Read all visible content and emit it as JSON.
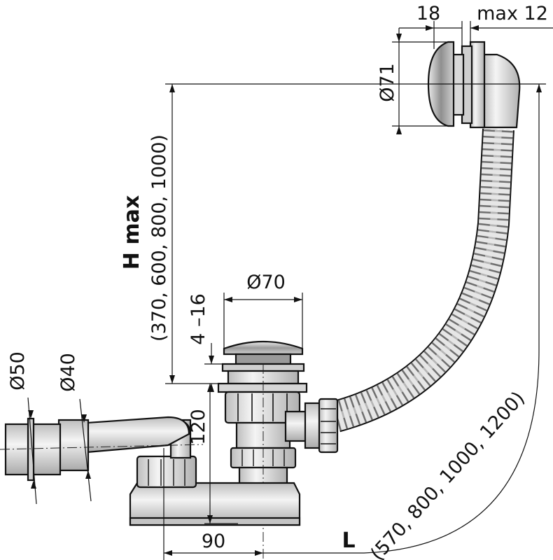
{
  "dimensions": {
    "overflow_depth": "18",
    "overflow_max_wall": "max 12",
    "overflow_diameter": "Ø71",
    "height_label": "H max",
    "height_options": "(370, 600, 800, 1000)",
    "waste_diameter": "Ø70",
    "plug_travel": "4 –16",
    "trap_height": "120",
    "outlet_50": "Ø50",
    "outlet_40": "Ø40",
    "trap_offset": "90",
    "length_label": "L",
    "length_options": "(570, 800, 1000, 1200)"
  },
  "colors": {
    "line": "#111111",
    "chrome_dark": "#8c8c8c",
    "chrome_light": "#c8c8c8",
    "plastic": "#d6d6d6"
  }
}
